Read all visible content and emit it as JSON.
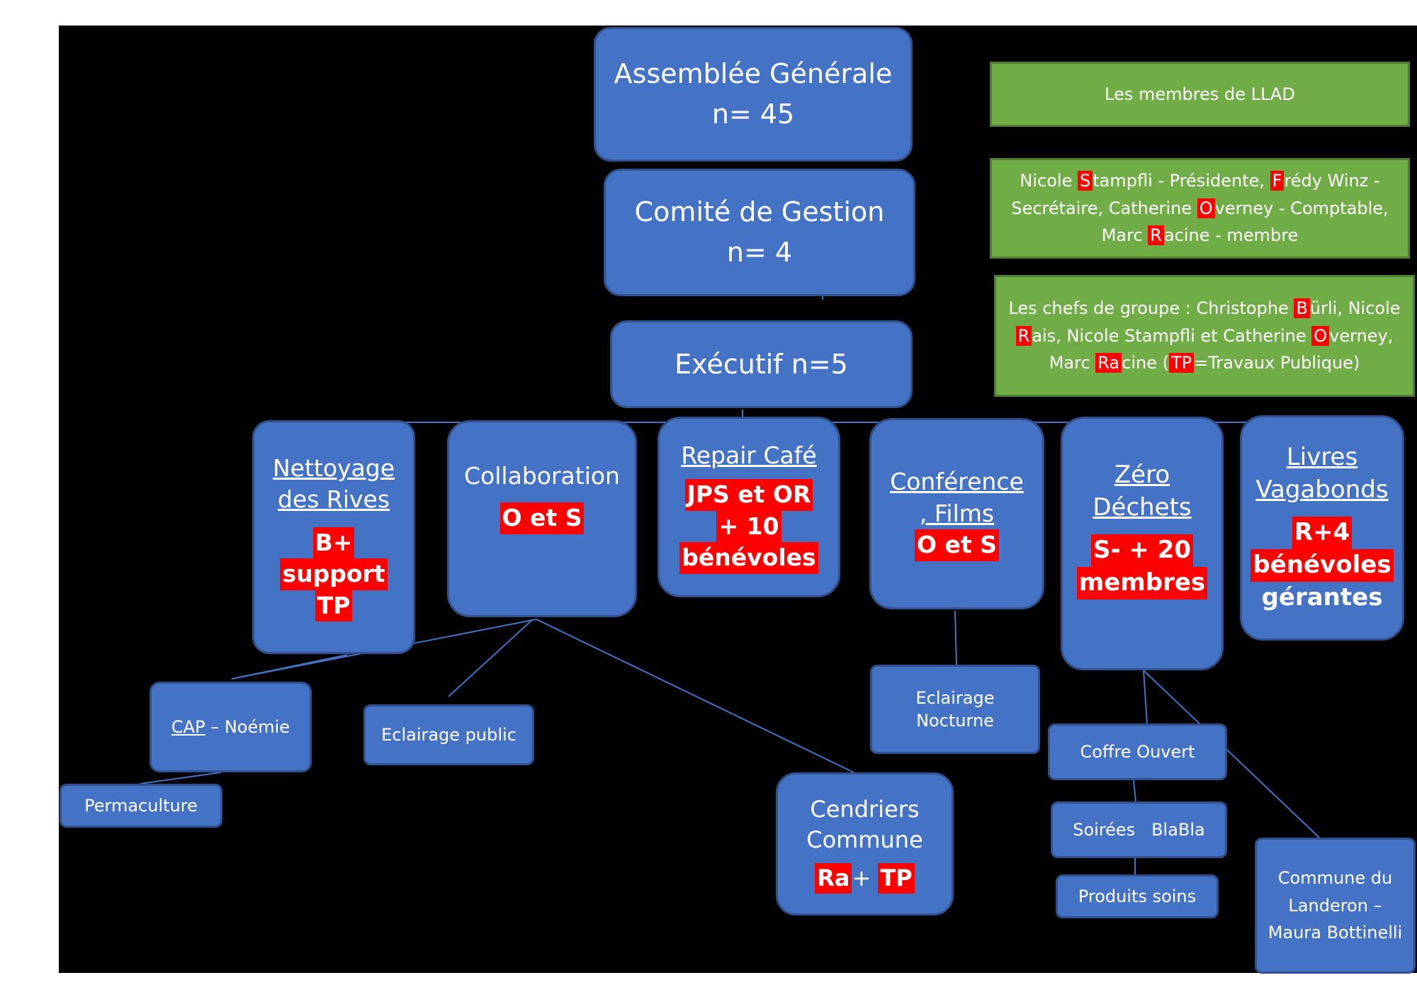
{
  "top": {
    "assemblee_title": "Assemblée Générale",
    "assemblee_count": "n= 45",
    "comite_title": "Comité de Gestion",
    "comite_count": "n= 4",
    "executif": "Exécutif n=5"
  },
  "legend": {
    "membres_title": "Les membres de LLAD",
    "membres": {
      "p1": "Nicole ",
      "h1": "S",
      "p2": "tampfli - Présidente, ",
      "h2": "F",
      "p3": "rédy Winz - Secrétaire, Catherine ",
      "h3": "O",
      "p4": "verney - Comptable, Marc ",
      "h4": "R",
      "p5": "acine - membre"
    },
    "chefs": {
      "p1": "Les chefs de groupe : Christophe ",
      "h1": "B",
      "p2": "ürli, Nicole ",
      "h2": "R",
      "p3": "ais, Nicole Stampfli et Catherine ",
      "h3": "O",
      "p4": "verney, Marc ",
      "h4": "Ra",
      "p5": "cine (",
      "h5": "TP",
      "p6": "=Travaux Publique)"
    }
  },
  "groups": {
    "nettoyage": {
      "line1": "Nettoyage",
      "line2": "des Rives",
      "tag1": "B+",
      "tag2": "support",
      "tag3": "TP"
    },
    "collaboration": {
      "title": "Collaboration",
      "tag": "O et S"
    },
    "repair": {
      "title": "Repair Café",
      "tag1": "JPS et OR",
      "tag2": "+ 10",
      "tag3": "bénévoles"
    },
    "conference": {
      "line1": "Conférence",
      "line2": ", Films",
      "tag": "O et S"
    },
    "zero": {
      "line1": "Zéro",
      "line2": "Déchets",
      "tag1": "S- + 20",
      "tag2": "membres"
    },
    "livres": {
      "line1": "Livres",
      "line2": "Vagabonds",
      "tag1": "R+4",
      "tag2": "bénévoles",
      "tag3": "gérantes"
    }
  },
  "sub": {
    "cap_u": "CAP",
    "cap_rest": " – Noémie",
    "permaculture": "Permaculture",
    "eclairage_public": "Eclairage public",
    "cendriers_line1": "Cendriers",
    "cendriers_line2": "Commune",
    "cendriers_tag1": "Ra",
    "cendriers_plus": "+ ",
    "cendriers_tag2": "TP",
    "eclairage_nocturne_1": "Eclairage",
    "eclairage_nocturne_2": "Nocturne",
    "coffre": "Coffre Ouvert",
    "soirees": "Soirées   BlaBla",
    "produits": "Produits soins",
    "commune_landeron": "Commune du Landeron – Maura Bottinelli"
  },
  "colors": {
    "box": "#4472c4",
    "box_border": "#2f528f",
    "legend": "#70ad47",
    "highlight": "#ff0000",
    "line": "#4472c4",
    "background": "#000000"
  }
}
